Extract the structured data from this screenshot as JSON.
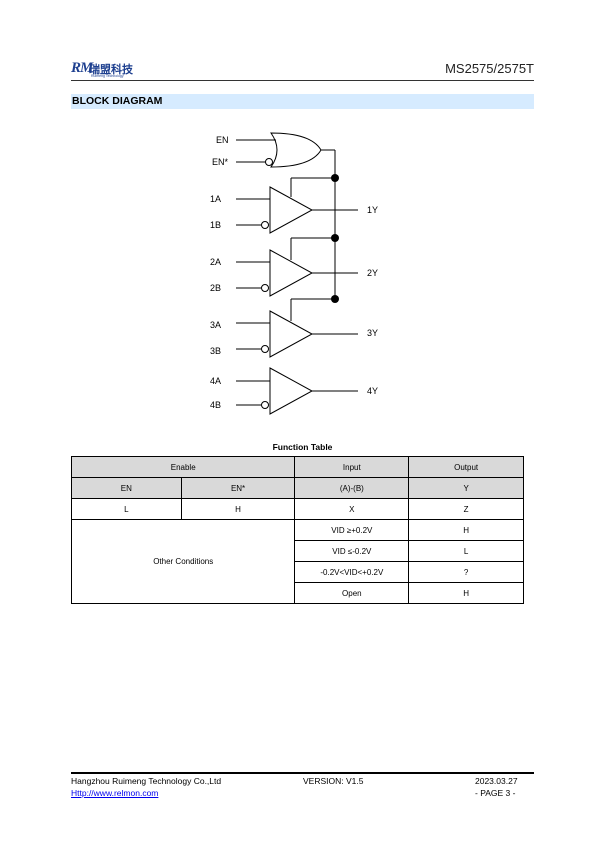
{
  "header": {
    "logo_mark": "RM",
    "logo_cn": "瑞盟科技",
    "logo_en": "Ruimeng Technology",
    "part_number": "MS2575/2575T"
  },
  "section": {
    "title": "BLOCK DIAGRAM"
  },
  "diagram": {
    "enable_inputs": [
      "EN",
      "EN*"
    ],
    "drivers": [
      {
        "in_a": "1A",
        "in_b": "1B",
        "out": "1Y"
      },
      {
        "in_a": "2A",
        "in_b": "2B",
        "out": "2Y"
      },
      {
        "in_a": "3A",
        "in_b": "3B",
        "out": "3Y"
      },
      {
        "in_a": "4A",
        "in_b": "4B",
        "out": "4Y"
      }
    ]
  },
  "function_table": {
    "title": "Function Table",
    "group_headers": {
      "enable": "Enable",
      "input": "Input",
      "output": "Output"
    },
    "columns": [
      "EN",
      "EN*",
      "(A)-(B)",
      "Y"
    ],
    "first_row": [
      "L",
      "H",
      "X",
      "Z"
    ],
    "other_label": "Other Conditions",
    "other_rows": [
      {
        "input": "VID ≥+0.2V",
        "output": "H"
      },
      {
        "input": "VID ≤-0.2V",
        "output": "L"
      },
      {
        "input": "-0.2V<VID<+0.2V",
        "output": "?"
      },
      {
        "input": "Open",
        "output": "H"
      }
    ]
  },
  "footer": {
    "company": "Hangzhou Ruimeng Technology Co.,Ltd",
    "url": "Http://www.relmon.com",
    "version": "VERSION: V1.5",
    "date": "2023.03.27",
    "page": "- PAGE 3 -"
  }
}
